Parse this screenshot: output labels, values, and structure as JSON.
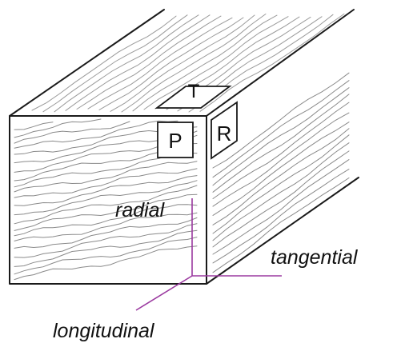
{
  "letters": {
    "p": "P",
    "r": "R",
    "t": "T"
  },
  "axes": {
    "radial": "radial",
    "tangential": "tangential",
    "longitudinal": "longitudinal"
  },
  "colors": {
    "axis": "#9b3aa0",
    "outline": "#1a1a1a",
    "grain": "#8a8a8a"
  }
}
